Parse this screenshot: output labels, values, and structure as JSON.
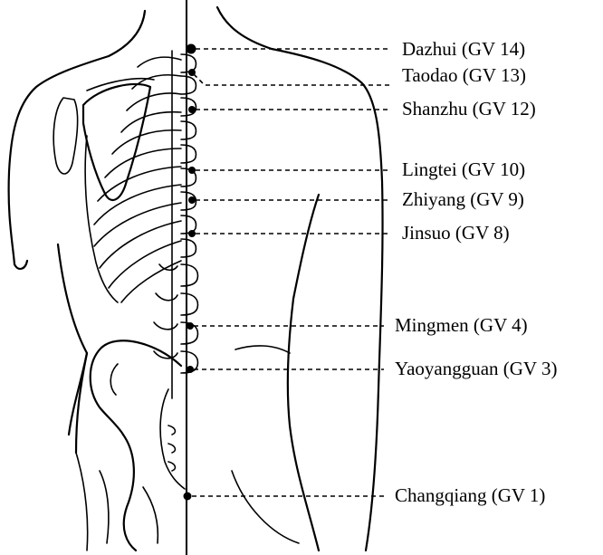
{
  "acupoints": [
    {
      "name": "Dazhui (GV 14)"
    },
    {
      "name": "Taodao (GV 13)"
    },
    {
      "name": "Shanzhu (GV 12)"
    },
    {
      "name": "Lingtei (GV 10)"
    },
    {
      "name": "Zhiyang (GV 9)"
    },
    {
      "name": "Jinsuo (GV 8)"
    },
    {
      "name": "Mingmen (GV 4)"
    },
    {
      "name": "Yaoyangguan (GV 3)"
    },
    {
      "name": "Changqiang (GV 1)"
    }
  ],
  "colors": {
    "ink": "#000000",
    "background": "#ffffff"
  }
}
